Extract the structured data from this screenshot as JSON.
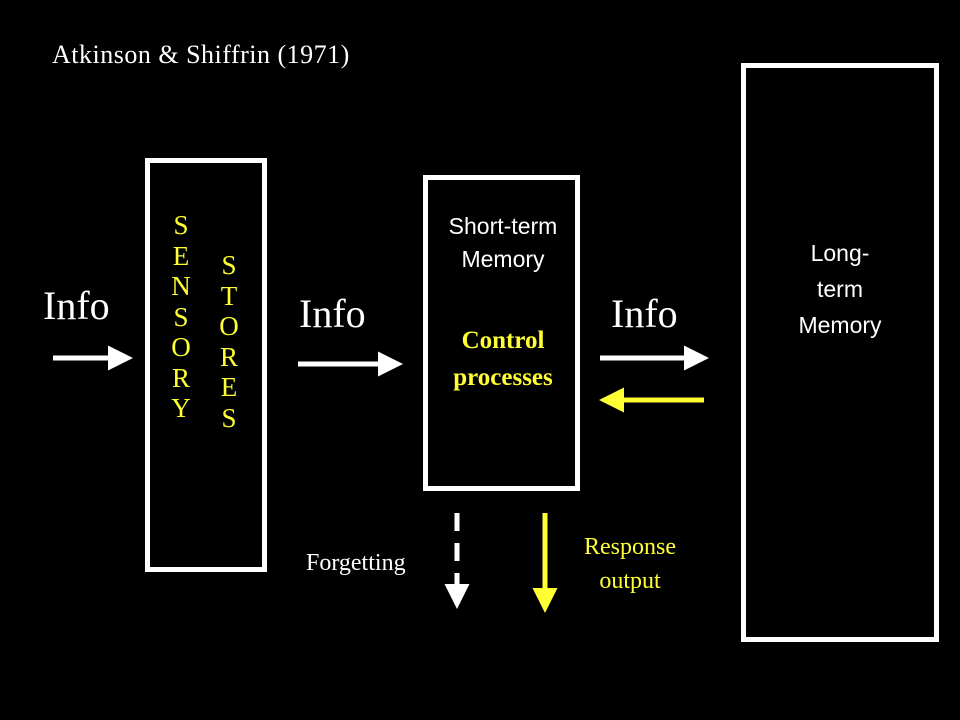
{
  "title": "Atkinson & Shiffrin (1971)",
  "info_labels": [
    "Info",
    "Info",
    "Info"
  ],
  "sensory": {
    "col1": [
      "S",
      "E",
      "N",
      "S",
      "O",
      "R",
      "Y"
    ],
    "col2": [
      "S",
      "T",
      "O",
      "R",
      "E",
      "S"
    ]
  },
  "short_term": {
    "line1": "Short-term",
    "line2": "Memory",
    "control1": "Control",
    "control2": "processes"
  },
  "long_term": {
    "line1": "Long-",
    "line2": "term",
    "line3": "Memory"
  },
  "forgetting": "Forgetting",
  "response": {
    "line1": "Response",
    "line2": "output"
  },
  "colors": {
    "background": "#000000",
    "foreground": "#ffffff",
    "accent": "#ffff33"
  }
}
